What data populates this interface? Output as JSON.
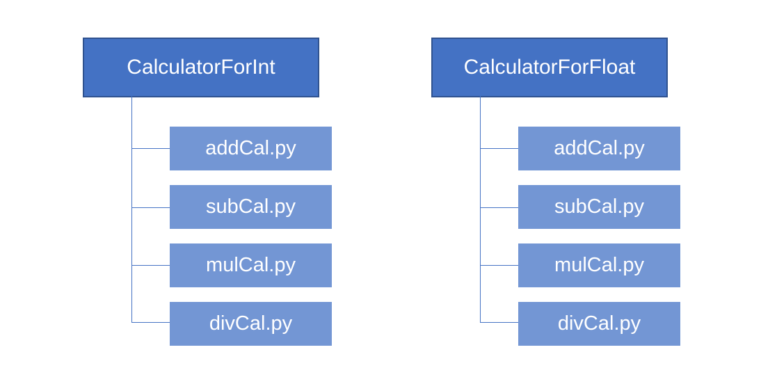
{
  "folders": [
    {
      "name": "CalculatorForInt",
      "files": [
        "addCal.py",
        "subCal.py",
        "mulCal.py",
        "divCal.py"
      ]
    },
    {
      "name": "CalculatorForFloat",
      "files": [
        "addCal.py",
        "subCal.py",
        "mulCal.py",
        "divCal.py"
      ]
    }
  ],
  "colors": {
    "folder_fill": "#4472c4",
    "folder_border": "#2f528f",
    "file_fill": "#7396d4",
    "connector": "#4472c4"
  }
}
